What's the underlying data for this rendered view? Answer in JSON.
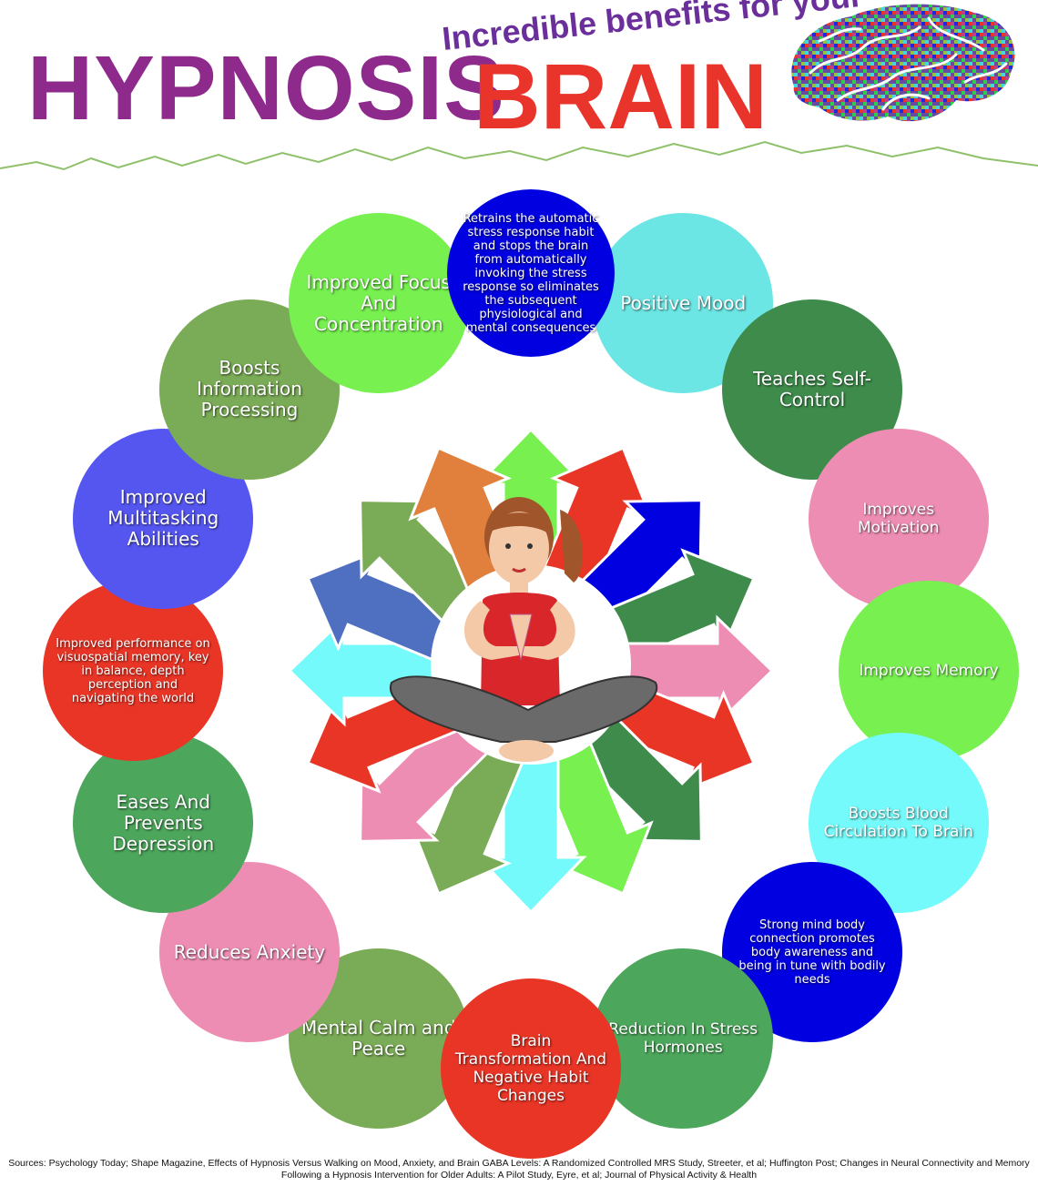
{
  "header": {
    "title_left": "HYPNOSIS",
    "title_right": "BRAIN",
    "subtitle": "Incredible benefits for your"
  },
  "benefits": [
    {
      "text": "Retrains the automatic stress response habit and stops the brain from automatically invoking the stress response so eliminates the subsequent physiological and mental consequences",
      "color": "#0000e0",
      "size": "small"
    },
    {
      "text": "Positive Mood",
      "color": "#6ce6e4",
      "size": "big"
    },
    {
      "text": "Teaches Self-Control",
      "color": "#3e8b4b",
      "size": "big"
    },
    {
      "text": "Improves Motivation",
      "color": "#ee8db3",
      "size": "mid"
    },
    {
      "text": "Improves Memory",
      "color": "#77f050",
      "size": "mid"
    },
    {
      "text": "Boosts Blood Circulation To Brain",
      "color": "#74fafa",
      "size": "mid"
    },
    {
      "text": "Strong mind body connection promotes body awareness and being in tune with bodily needs",
      "color": "#0000e0",
      "size": "small2"
    },
    {
      "text": "Reduction In Stress Hormones",
      "color": "#4ca65b",
      "size": "mid"
    },
    {
      "text": "Brain Transformation And Negative Habit Changes",
      "color": "#e83526",
      "size": "mid"
    },
    {
      "text": "Mental Calm and Peace",
      "color": "#7aab56",
      "size": "big"
    },
    {
      "text": "Reduces Anxiety",
      "color": "#ee8db3",
      "size": "big"
    },
    {
      "text": "Eases And Prevents Depression",
      "color": "#4ca65b",
      "size": "big"
    },
    {
      "text": "Improved performance on visuospatial memory, key in balance, depth perception and navigating the world",
      "color": "#e83526",
      "size": "small2"
    },
    {
      "text": "Improved Multitasking Abilities",
      "color": "#5556f0",
      "size": "big"
    },
    {
      "text": "Boosts Information Processing",
      "color": "#7aab56",
      "size": "big"
    },
    {
      "text": "Improved Focus And Concentration",
      "color": "#77f050",
      "size": "big"
    }
  ],
  "arrow_colors": [
    "#77f050",
    "#e83526",
    "#0000e0",
    "#3e8b4b",
    "#ee8db3",
    "#e83526",
    "#3e8b4b",
    "#77f050",
    "#74fafa",
    "#7aab56",
    "#ee8db3",
    "#e83526",
    "#74fafa",
    "#4f6fc0",
    "#7aab56",
    "#e0803c"
  ],
  "sources": "Sources: Psychology Today; Shape Magazine, Effects of Hypnosis Versus Walking on Mood, Anxiety, and Brain GABA Levels: A Randomized Controlled MRS Study, Streeter, et al; Huffington Post; Changes in Neural Connectivity and Memory Following a Hypnosis Intervention for Older Adults: A Pilot Study, Eyre, et al; Journal of Physical Activity & Health"
}
